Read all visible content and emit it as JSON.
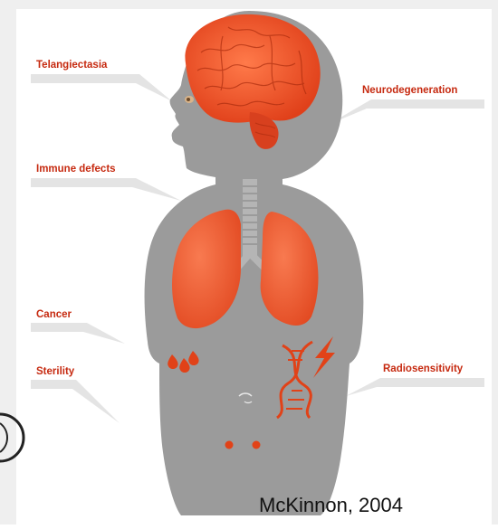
{
  "labels": {
    "telangiectasia": "Telangiectasia",
    "neurodegeneration": "Neurodegeneration",
    "immune_defects": "Immune defects",
    "cancer": "Cancer",
    "radiosensitivity": "Radiosensitivity",
    "sterility": "Sterility"
  },
  "citation": "McKinnon, 2004",
  "colors": {
    "body": "#9b9b9b",
    "organ": "#ef5a33",
    "label_text": "#c62a10",
    "frame": "#efefef",
    "leader": "#e4e4e4"
  }
}
